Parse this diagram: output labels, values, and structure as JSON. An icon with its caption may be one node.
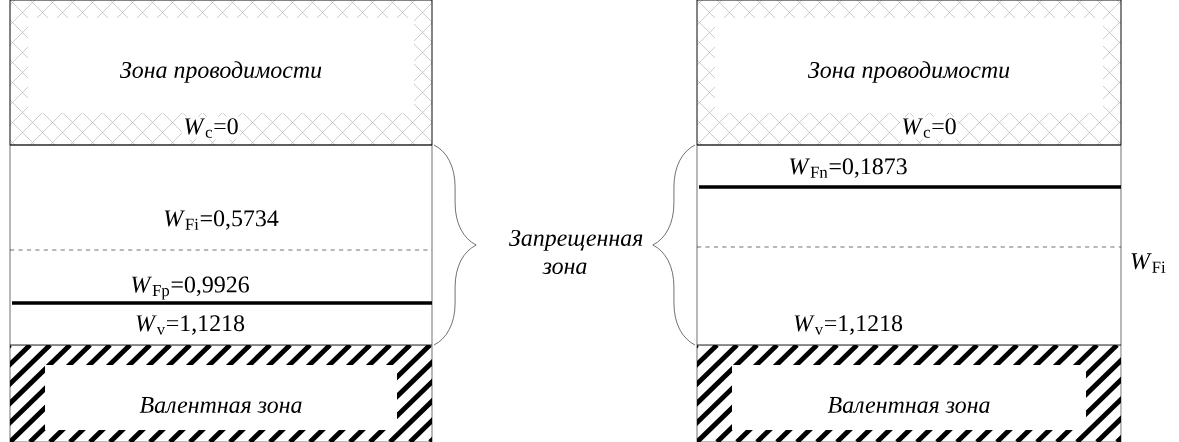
{
  "diagram": {
    "nodes": [
      {
        "text": [
          "Зона проводимости",
          "*W*$_{c}$=0"
        ]
      },
      {
        "text": [
          "*W*$_{Fi}$=0,5734",
          "*W*$_{Fp}$=0,9926",
          "*W*$_{v}$=1,1218"
        ]
      },
      {
        "text": [
          "Валентная зона"
        ]
      },
      {
        "text": [
          "Зона проводимости",
          "*W*$_{c}$=0"
        ]
      },
      {
        "text": [
          "*W*$_{Fn}$=0,1873",
          "*W*$_{v}$=1,1218"
        ],
        "beside": [
          "*W*$_{Fi}$"
        ]
      },
      {
        "text": [
          "Валентная зона"
        ]
      }
    ],
    "labels": [
      "Запрещенная зона"
    ]
  }
}
